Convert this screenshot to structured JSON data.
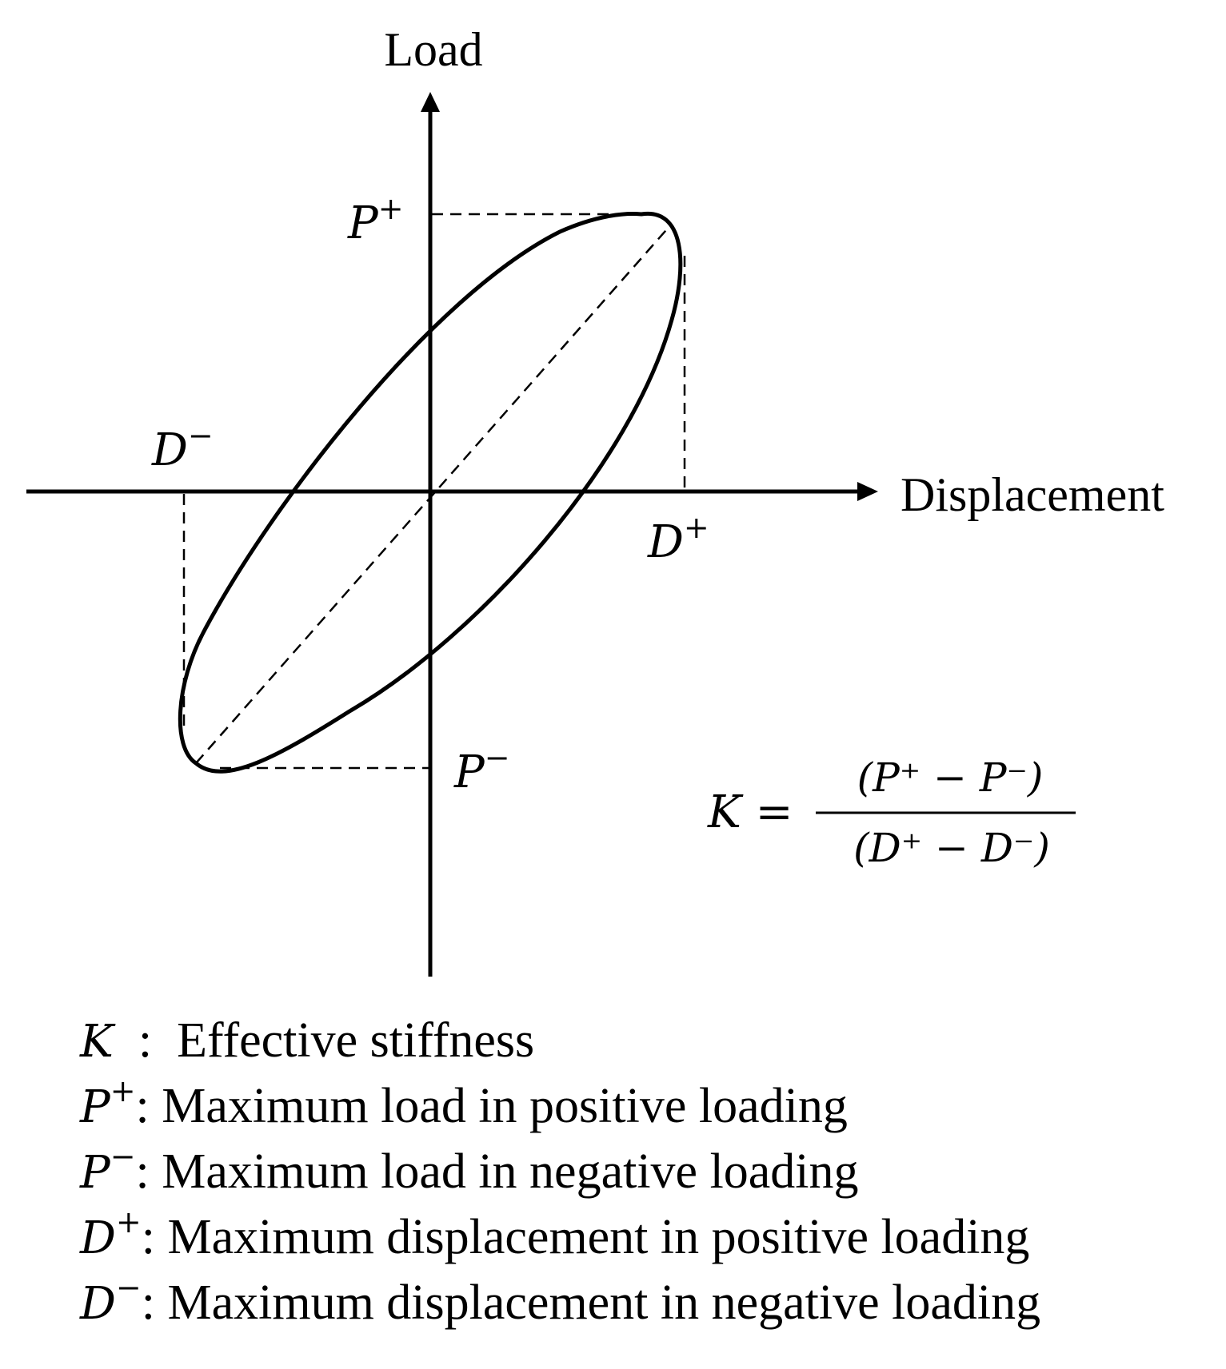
{
  "axes": {
    "y_label": "Load",
    "x_label": "Displacement"
  },
  "points": {
    "p_plus": {
      "base": "P",
      "sup": "+"
    },
    "p_minus": {
      "base": "P",
      "sup": "−"
    },
    "d_plus": {
      "base": "D",
      "sup": "+"
    },
    "d_minus": {
      "base": "D",
      "sup": "−"
    }
  },
  "formula": {
    "lhs": "K =",
    "numerator": "(P⁺ − P⁻)",
    "denominator": "(D⁺ − D⁻)"
  },
  "legend": [
    {
      "base": "K",
      "sup": "",
      "sep": "  :  ",
      "text": "Effective stiffness"
    },
    {
      "base": "P",
      "sup": "+",
      "sep": ": ",
      "text": "Maximum load in positive loading"
    },
    {
      "base": "P",
      "sup": "−",
      "sep": ": ",
      "text": "Maximum load in negative loading"
    },
    {
      "base": "D",
      "sup": "+",
      "sep": ": ",
      "text": "Maximum displacement in positive loading"
    },
    {
      "base": "D",
      "sup": "−",
      "sep": ": ",
      "text": "Maximum displacement in negative loading"
    }
  ]
}
